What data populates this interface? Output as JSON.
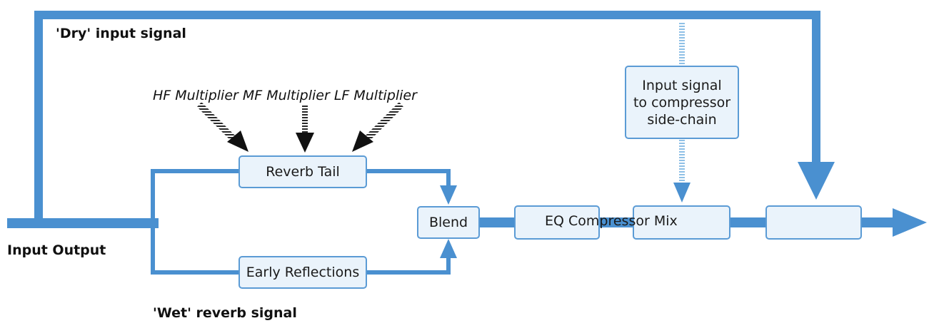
{
  "colors": {
    "flow": "#4a90d0",
    "box_fill": "#eaf3fb",
    "box_border": "#5b9bd5",
    "control_arrow": "#2a2a2a",
    "sidechain": "#8fc0e6"
  },
  "labels": {
    "dry_signal": "'Dry' input signal",
    "wet_signal": "'Wet' reverb signal",
    "input_output": "Input Output",
    "multipliers": "HF Multiplier MF Multiplier LF Multiplier"
  },
  "blocks": {
    "reverb_tail": "Reverb Tail",
    "early_reflections": "Early Reflections",
    "blend": "Blend",
    "sidechain_line1": "Input signal",
    "sidechain_line2": "to compressor",
    "sidechain_line3": "side-chain",
    "eq_compressor_mix": "EQ Compressor Mix"
  }
}
